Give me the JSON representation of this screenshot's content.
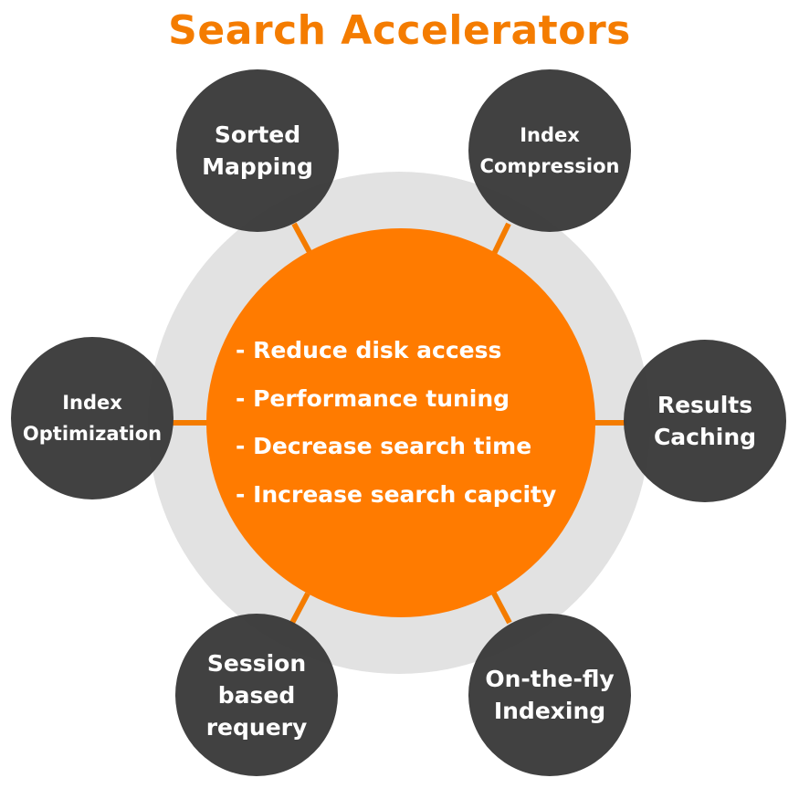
{
  "title": "Search Accelerators",
  "colors": {
    "title": "#f47c00",
    "hub": "#ff7b00",
    "ring": "#e2e2e2",
    "node": "#3b3b3b",
    "connector": "#f47c00"
  },
  "center": {
    "items": [
      "- Reduce disk access",
      "- Performance tuning",
      "- Decrease search time",
      "- Increase search capcity"
    ]
  },
  "nodes": [
    {
      "id": "sorted-mapping",
      "label": "Sorted\nMapping"
    },
    {
      "id": "index-compression",
      "label": "Index\nCompression"
    },
    {
      "id": "results-caching",
      "label": "Results\nCaching"
    },
    {
      "id": "on-the-fly-indexing",
      "label": "On-the-fly\nIndexing"
    },
    {
      "id": "session-based-requery",
      "label": "Session\nbased\nrequery"
    },
    {
      "id": "index-optimization",
      "label": "Index\nOptimization"
    }
  ]
}
